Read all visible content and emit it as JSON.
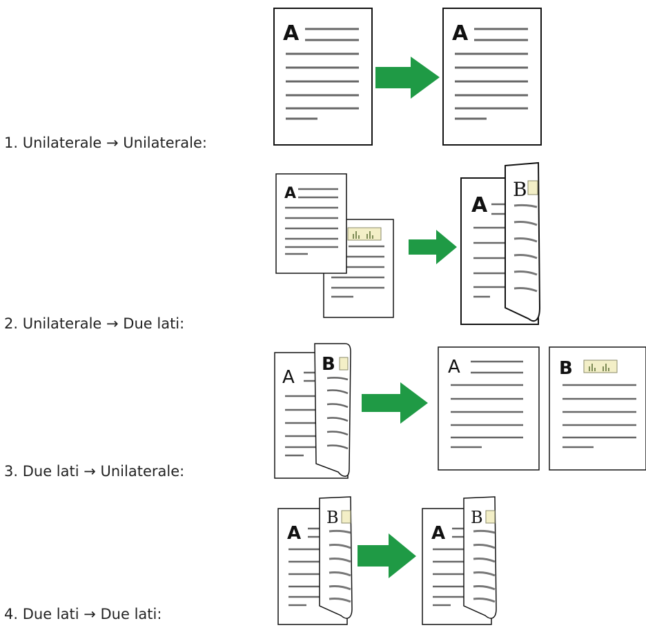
{
  "steps": [
    {
      "label": "1. Unilaterale → Unilaterale:"
    },
    {
      "label": "2. Unilaterale → Due lati:"
    },
    {
      "label": "3. Due lati → Unilaterale:"
    },
    {
      "label": "4. Due lati → Due lati:"
    }
  ],
  "page_letters": {
    "a": "A",
    "b": "B"
  },
  "colors": {
    "arrow": "#1f9a45",
    "chart_fill": "#f3efc7",
    "chart_bars": "#7d8b55",
    "line": "#666666",
    "outline": "#111111"
  }
}
